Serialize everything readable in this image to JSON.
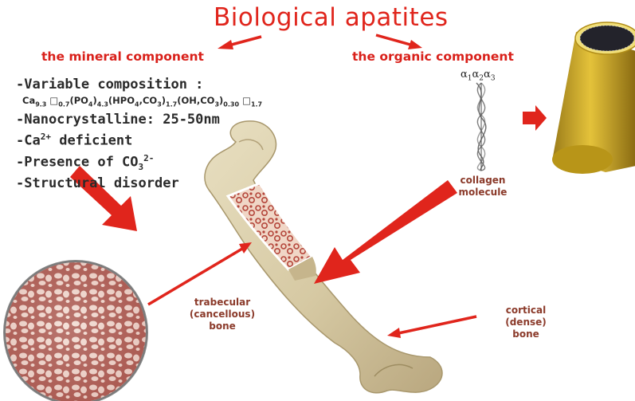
{
  "title": "Biological apatites",
  "mineral_heading": "the mineral component",
  "organic_heading": "the organic component",
  "mineral_list": {
    "variable_composition": "-Variable composition :",
    "formula": {
      "ca": "Ca",
      "ca_sub": "9.3",
      "box1": "□",
      "box1_sub": "0.7",
      "po4": "(PO",
      "po4_sub": "4",
      "po4_sub2": "4.3",
      "hpo4": "(HPO",
      "hpo4_sub": "4",
      "co3a": ",CO",
      "co3a_sub": "3",
      "co3a_sub2": "1.7",
      "oh": "(OH,CO",
      "oh_sub": "3",
      "oh_sub2": "0.30",
      "box2": "□",
      "box2_sub": "1.7"
    },
    "nanocrystalline": "-Nanocrystalline: 25-50nm",
    "ca_deficient_prefix": "-Ca",
    "ca_deficient_sup": "2+",
    "ca_deficient_suffix": " deficient",
    "co3_prefix": "-Presence of CO",
    "co3_sub": "3",
    "co3_sup": "2-",
    "structural": "-Structural disorder"
  },
  "alpha_labels": {
    "a1": "α",
    "s1": "1",
    "a2": "α",
    "s2": "2",
    "a3": "α",
    "s3": "3"
  },
  "collagen_label": {
    "line1": "collagen",
    "line2": "molecule"
  },
  "trabecular_label": {
    "line1": "trabecular",
    "line2": "(cancellous)",
    "line3": "bone"
  },
  "cortical_label": {
    "line1": "cortical",
    "line2": "(dense)",
    "line3": "bone"
  },
  "colors": {
    "accent": "#e0251c",
    "bone": "#d9ceab",
    "fibril": "#c9a62a",
    "trabecular": "#a84b43"
  }
}
